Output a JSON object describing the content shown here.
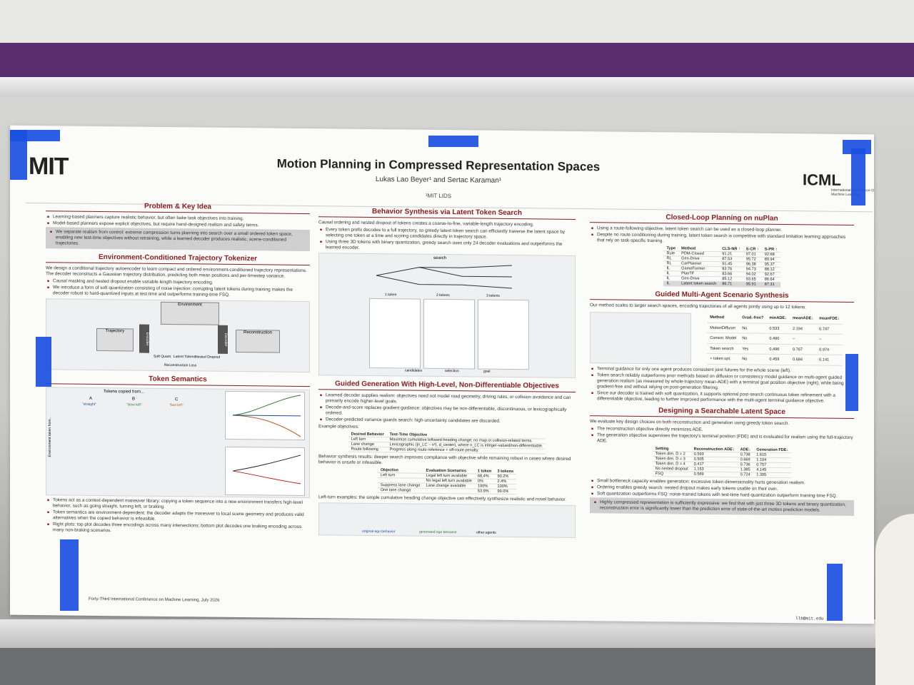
{
  "poster": {
    "title": "Motion Planning in Compressed Representation Spaces",
    "authors": "Lukas Lao Beyer¹ and Sertac Karaman¹",
    "affiliation": "¹MIT LIDS",
    "left_logo": "MIT",
    "right_logo": "ICML",
    "right_logo_sub": "International Conference On Machine Learning",
    "footer_left": "Forty-Third International Conference on Machine Learning, July 2026",
    "footer_right": "llb@mit.edu"
  },
  "col1": {
    "s1_title": "Problem & Key Idea",
    "s1_b1": "Learning-based planners capture realistic behavior, but often bake task objectives into training.",
    "s1_b2": "Model-based planners expose explicit objectives, but require hand-designed realism and safety terms.",
    "s1_b3": "We separate realism from control: extreme compression turns planning into search over a small ordered token space, enabling new test-time objectives without retraining, while a learned decoder produces realistic, scene-conditioned trajectories.",
    "s2_title": "Environment-Conditioned Trajectory Tokenizer",
    "s2_p": "We design a conditional trajectory autoencoder to learn compact and ordered environment-conditioned trajectory representations. The decoder reconstructs a Gaussian trajectory distribution, predicting both mean positions and per-timestep variance.",
    "s2_b1": "Causal masking and nested dropout enable variable-length trajectory encoding.",
    "s2_b2": "We introduce a form of soft quantization consisting of noise injection: corrupting latent tokens during training makes the decoder robust to hard-quantized inputs at test time and outperforms training-time FSQ.",
    "fig_env": "Environment",
    "fig_traj": "Trajectory",
    "fig_enc": "Encoder",
    "fig_dec": "Decoder",
    "fig_rec": "Reconstruction",
    "fig_sq": "Soft Quant.",
    "fig_lt": "Latent Tokens",
    "fig_nd": "Nested Dropout",
    "fig_loss": "Reconstruction Loss",
    "s3_title": "Token Semantics",
    "s3_copied": "Tokens copied from...",
    "s3_a": "A",
    "s3_b": "B",
    "s3_c": "C",
    "s3_straight": "\"straight\"",
    "s3_slow": "\"slow left\"",
    "s3_fast": "\"fast left\"",
    "s3_yaxis": "Environment taken from...",
    "s3_b_1": "Tokens act as a context-dependent maneuver library: copying a token sequence into a new environment transfers high-level behavior, such as going straight, turning left, or braking.",
    "s3_b_2": "Token semantics are environment-dependent: the decoder adapts the maneuver to local scene geometry and produces valid alternatives when the copied behavior is infeasible.",
    "s3_b_3": "Right plots: top plot decodes three encodings across many intersections; bottom plot decodes one braking encoding across many non-braking scenarios."
  },
  "col2": {
    "s1_title": "Behavior Synthesis via Latent Token Search",
    "s1_p": "Causal ordering and nested dropout of tokens creates a coarse-to-fine, variable-length trajectory encoding.",
    "s1_b1": "Every token prefix decodes to a full trajectory, so greedy latent token search can efficiently traverse the latent space by selecting one token at a time and scoring candidates directly in trajectory space.",
    "s1_b2": "Using three 3D tokens with binary quantization, greedy search uses only 24 decoder evaluations and outperforms the learned encoder.",
    "fig_search": "search",
    "fig_t1": "1 token",
    "fig_t2": "2 tokens",
    "fig_t3": "3 tokens",
    "fig_cand": "candidates",
    "fig_sel": "selection",
    "fig_goal": "goal",
    "s2_title": "Guided Generation With High-Level, Non-Differentiable Objectives",
    "s2_b1": "Learned decoder supplies realism: objectives need not model road geometry, driving rules, or collision avoidance and can primarily encode higher-level goals.",
    "s2_b2": "Decode-and-score replaces gradient guidance: objectives may be non-differentiable, discontinuous, or lexicographically ordered.",
    "s2_b3": "Decoder-predicted variance guards search: high-uncertainty candidates are discarded.",
    "s2_ex": "Example objectives:",
    "t1_h1": "Desired Behavior",
    "t1_h2": "Test-Time Objective",
    "t1_r1a": "Left turn",
    "t1_r1b": "Maximize cumulative leftward heading change; no map or collision-related terms.",
    "t1_r2a": "Lane change",
    "t1_r2b": "Lexicographic (|n_LC − n*|, d_center), where n_LC is integer-valued/non-differentiable.",
    "t1_r3a": "Route following",
    "t1_r3b": "Progress along route reference + off-route penalty.",
    "s2_res": "Behavior synthesis results: deeper search improves compliance with objective while remaining robust in cases where desired behavior is unsafe or infeasible.",
    "t2_h1": "Objective",
    "t2_h2": "Evaluation Scenarios",
    "t2_h3": "1 token",
    "t2_h4": "3 tokens",
    "t2_r1a": "Left turn",
    "t2_r1b": "Legal left turn available",
    "t2_r1c": "68.4%",
    "t2_r1d": "90.2%",
    "t2_r2b": "No legal left turn available",
    "t2_r2c": "0%",
    "t2_r2d": "2.4%",
    "t2_r3a": "Suppress lane change",
    "t2_r3b": "Lane change available",
    "t2_r3c": "100%",
    "t2_r3d": "100%",
    "t2_r4a": "One lane change",
    "t2_r4c": "53.9%",
    "t2_r4d": "99.0%",
    "s2_left": "Left-turn examples: the simple cumulative heading change objective can effectively synthesize realistic and novel behavior.",
    "leg1": "original ego behavior",
    "leg2": "generated ego behavior",
    "leg3": "other agents"
  },
  "col3": {
    "s1_title": "Closed-Loop Planning on nuPlan",
    "s1_b1": "Using a route-following objective, latent token search can be used as a closed-loop planner.",
    "s1_b2": "Despite no route conditioning during training, latent token search is competitive with standard imitation learning approaches that rely on task-specific training.",
    "t1_h": [
      "Type",
      "Method",
      "CLS-NR ↑",
      "S-CR ↑",
      "S-PR ↑"
    ],
    "t1_rows": [
      [
        "Rule",
        "PDM-Closed",
        "91.21",
        "97.01",
        "92.68"
      ],
      [
        "RL",
        "Gen-Drive",
        "87.53",
        "95.72",
        "89.94"
      ],
      [
        "RL",
        "CarPlanner",
        "91.45",
        "96.38",
        "95.37"
      ],
      [
        "IL",
        "GameFormer",
        "83.76",
        "94.73",
        "88.12"
      ],
      [
        "IL",
        "PlanTF",
        "83.66",
        "94.02",
        "92.67"
      ],
      [
        "IL",
        "Gen-Drive",
        "85.12",
        "93.65",
        "86.64"
      ],
      [
        "IL",
        "Latent token search",
        "86.71",
        "95.91",
        "87.31"
      ]
    ],
    "s2_title": "Guided Multi-Agent Scenario Synthesis",
    "s2_p": "Our method scales to larger search spaces, encoding trajectories of all agents jointly using up to 12 tokens.",
    "t2_h": [
      "Method",
      "Grad.-free?",
      "minADE↓",
      "meanADE↓",
      "meanFDE↓"
    ],
    "t2_rows": [
      [
        "MotionDiffuser",
        "No",
        "0.533",
        "2.194",
        "0.747"
      ],
      [
        "Consist. Model",
        "No",
        "0.490",
        "–",
        "–"
      ],
      [
        "Token search",
        "Yes",
        "0.496",
        "0.767",
        "0.974"
      ],
      [
        "+ token opt.",
        "No",
        "0.459",
        "0.684",
        "0.141"
      ]
    ],
    "s2_b1": "Terminal guidance for only one agent produces consistent joint futures for the whole scene (left).",
    "s2_b2": "Token search reliably outperforms prior methods based on diffusion or consistency model guidance on multi-agent guided generation realism (as measured by whole-trajectory mean-ADE) with a terminal goal position objective (right), while being gradient-free and without relying on post-generation filtering.",
    "s2_b3": "Since our decoder is trained with soft quantization, it supports optional post-search continuous token refinement with a differentiable objective, leading to further improved performance with the multi-agent terminal guidance objective.",
    "s3_title": "Designing a Searchable Latent Space",
    "s3_p": "We evaluate key design choices on both reconstruction and generation using greedy token search.",
    "s3_b1": "The reconstruction objective directly minimizes ADE.",
    "s3_b2": "The generation objective supervises the trajectory's terminal position (FDE) and is evaluated for realism using the full-trajectory ADE.",
    "t3_h": [
      "Setting",
      "Reconstruction ADE↓",
      "ADE↓",
      "Generation FDE↓"
    ],
    "t3_rows": [
      [
        "Token dim. D = 2",
        "0.593",
        "0.738",
        "1.615"
      ],
      [
        "Token dim. D = 3",
        "0.505",
        "0.669",
        "1.104"
      ],
      [
        "Token dim. D = 4",
        "0.417",
        "0.736",
        "0.757"
      ],
      [
        "No nested dropout",
        "1.153",
        "1.385",
        "4.145"
      ],
      [
        "FSQ",
        "0.569",
        "0.724",
        "1.395"
      ]
    ],
    "s3_c1": "Small bottleneck capacity enables generation: excessive token dimensionality hurts generation realism.",
    "s3_c2": "Ordering enables greedy search: nested dropout makes early tokens usable on their own.",
    "s3_c3": "Soft quantization outperforms FSQ: noise-trained tokens with test-time hard-quantization outperform training-time FSQ.",
    "s3_c4": "Highly compressed representation is sufficiently expressive: we find that with just three 3D tokens and binary quantization, reconstruction error is significantly lower than the prediction error of state-of-the-art motion prediction models."
  },
  "colors": {
    "accent": "#8a1c1c",
    "tape": "#1a4fe0",
    "wall_purple": "#5a2d6e"
  }
}
